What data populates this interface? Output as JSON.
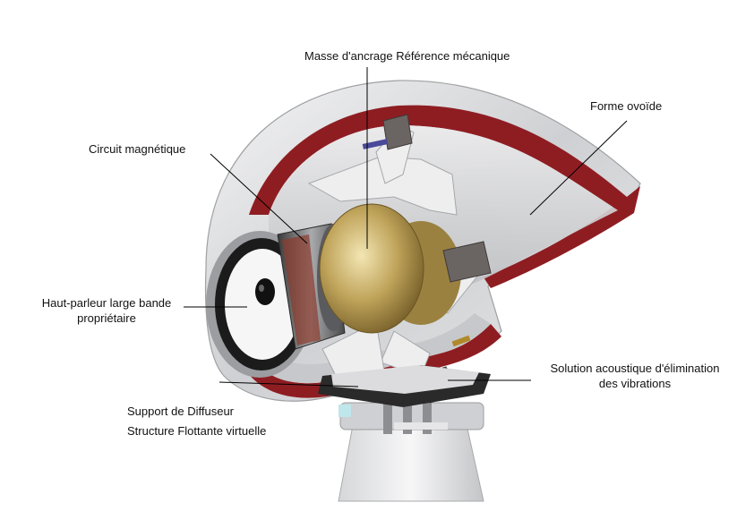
{
  "labels": {
    "anchor_mass": "Masse d'ancrage Référence mécanique",
    "ovoid_shape": "Forme ovoïde",
    "magnetic_circuit": "Circuit magnétique",
    "wideband_driver_line1": "Haut-parleur large bande",
    "wideband_driver_line2": "propriétaire",
    "acoustic_solution_line1": "Solution acoustique d'élimination",
    "acoustic_solution_line2": "des vibrations",
    "diffuser_support": "Support de Diffuseur",
    "floating_structure": "Structure Flottante virtuelle"
  },
  "colors": {
    "shell_red": "#8e1d22",
    "shell_silver": "#d9dadc",
    "brass": "#b59a4e",
    "felt_pad": "#6a6562",
    "driver_black": "#1b1b1b"
  }
}
